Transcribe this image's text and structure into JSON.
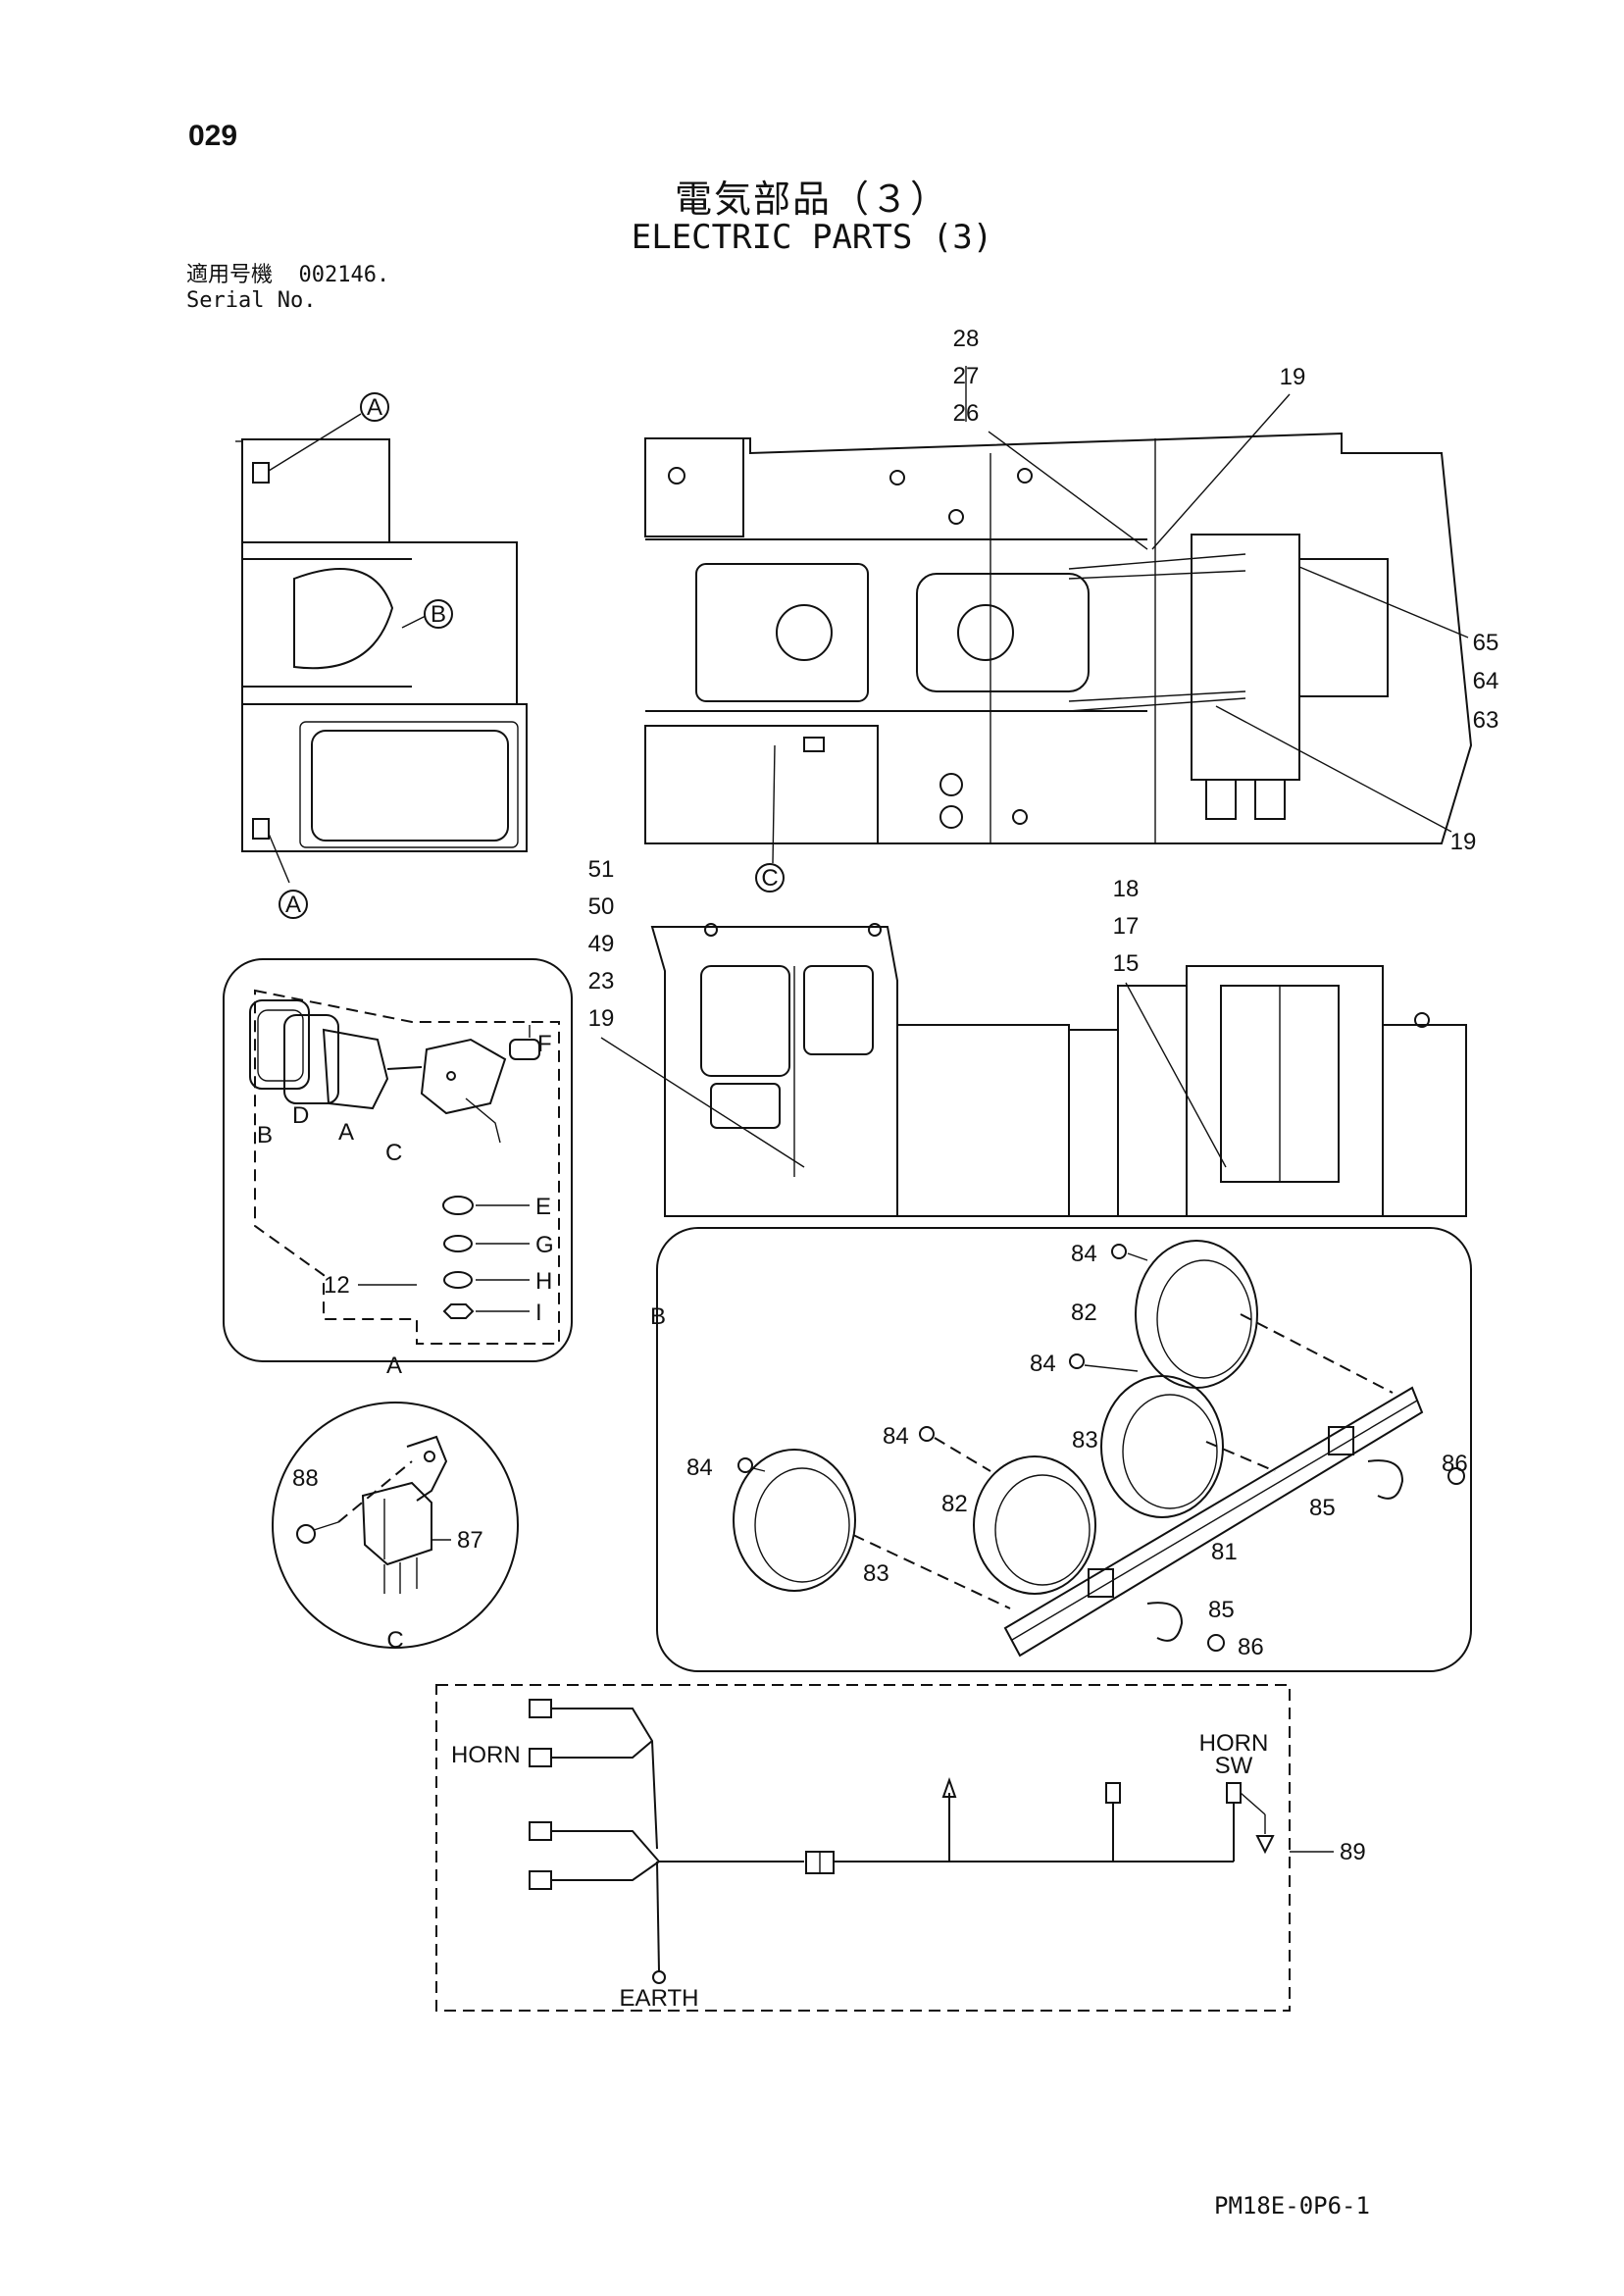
{
  "page": {
    "number": "029",
    "title_jp": "電気部品（３）",
    "title_en": "ELECTRIC PARTS (3)",
    "serial_label_jp": "適用号機",
    "serial_value": "002146.",
    "serial_label_en": "Serial No.",
    "drawing_code": "PM18E-0P6-1"
  },
  "callouts": {
    "top_view": [
      "28",
      "27",
      "26",
      "19",
      "65",
      "64",
      "63",
      "19"
    ],
    "side_view": [
      "51",
      "50",
      "49",
      "23",
      "19",
      "18",
      "17",
      "15"
    ],
    "detail_a": [
      "F",
      "B",
      "D",
      "A",
      "C",
      "E",
      "G",
      "H",
      "I",
      "12"
    ],
    "detail_b": [
      "84",
      "82",
      "84",
      "84",
      "83",
      "84",
      "82",
      "83",
      "81",
      "85",
      "86",
      "85",
      "86"
    ],
    "detail_c": [
      "88",
      "87"
    ]
  },
  "detail_markers": {
    "a": "A",
    "b": "B",
    "c": "C"
  },
  "wiring": {
    "horn": "HORN",
    "horn_sw_1": "HORN",
    "horn_sw_2": "SW",
    "earth": "EARTH",
    "part": "89"
  }
}
